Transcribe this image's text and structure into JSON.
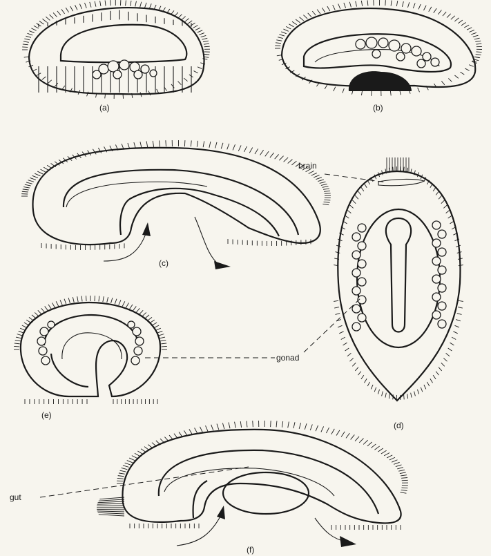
{
  "figure": {
    "panels": [
      {
        "id": "a",
        "label": "(a)"
      },
      {
        "id": "b",
        "label": "(b)"
      },
      {
        "id": "c",
        "label": "(c)"
      },
      {
        "id": "d",
        "label": "(d)"
      },
      {
        "id": "e",
        "label": "(e)"
      },
      {
        "id": "f",
        "label": "(f)"
      }
    ],
    "annotations": {
      "brain": "brain",
      "gonad": "gonad",
      "gut": "gut"
    },
    "colors": {
      "ink": "#1a1a1a",
      "paper": "#f7f5ee"
    }
  }
}
